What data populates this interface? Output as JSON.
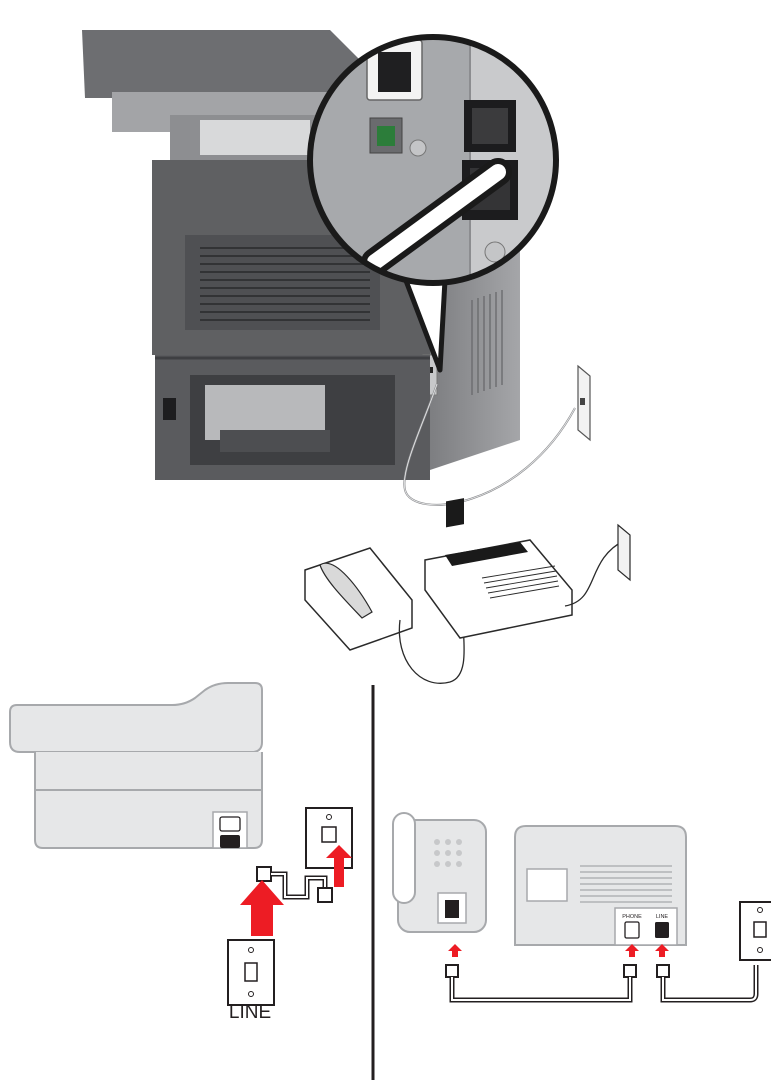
{
  "labels": {
    "wall_jack_line": "LINE",
    "answering_machine_phone_port": "PHONE",
    "answering_machine_line_port": "LINE"
  },
  "colors": {
    "printer_dark": "#5f6062",
    "printer_mid": "#808184",
    "printer_light": "#b5b6b8",
    "panel_gray": "#c7c8ca",
    "outline_gray": "#a7a9ac",
    "diagram_fill": "#e6e7e8",
    "arrow_red": "#ed1c24",
    "cable_black": "#231f20"
  }
}
